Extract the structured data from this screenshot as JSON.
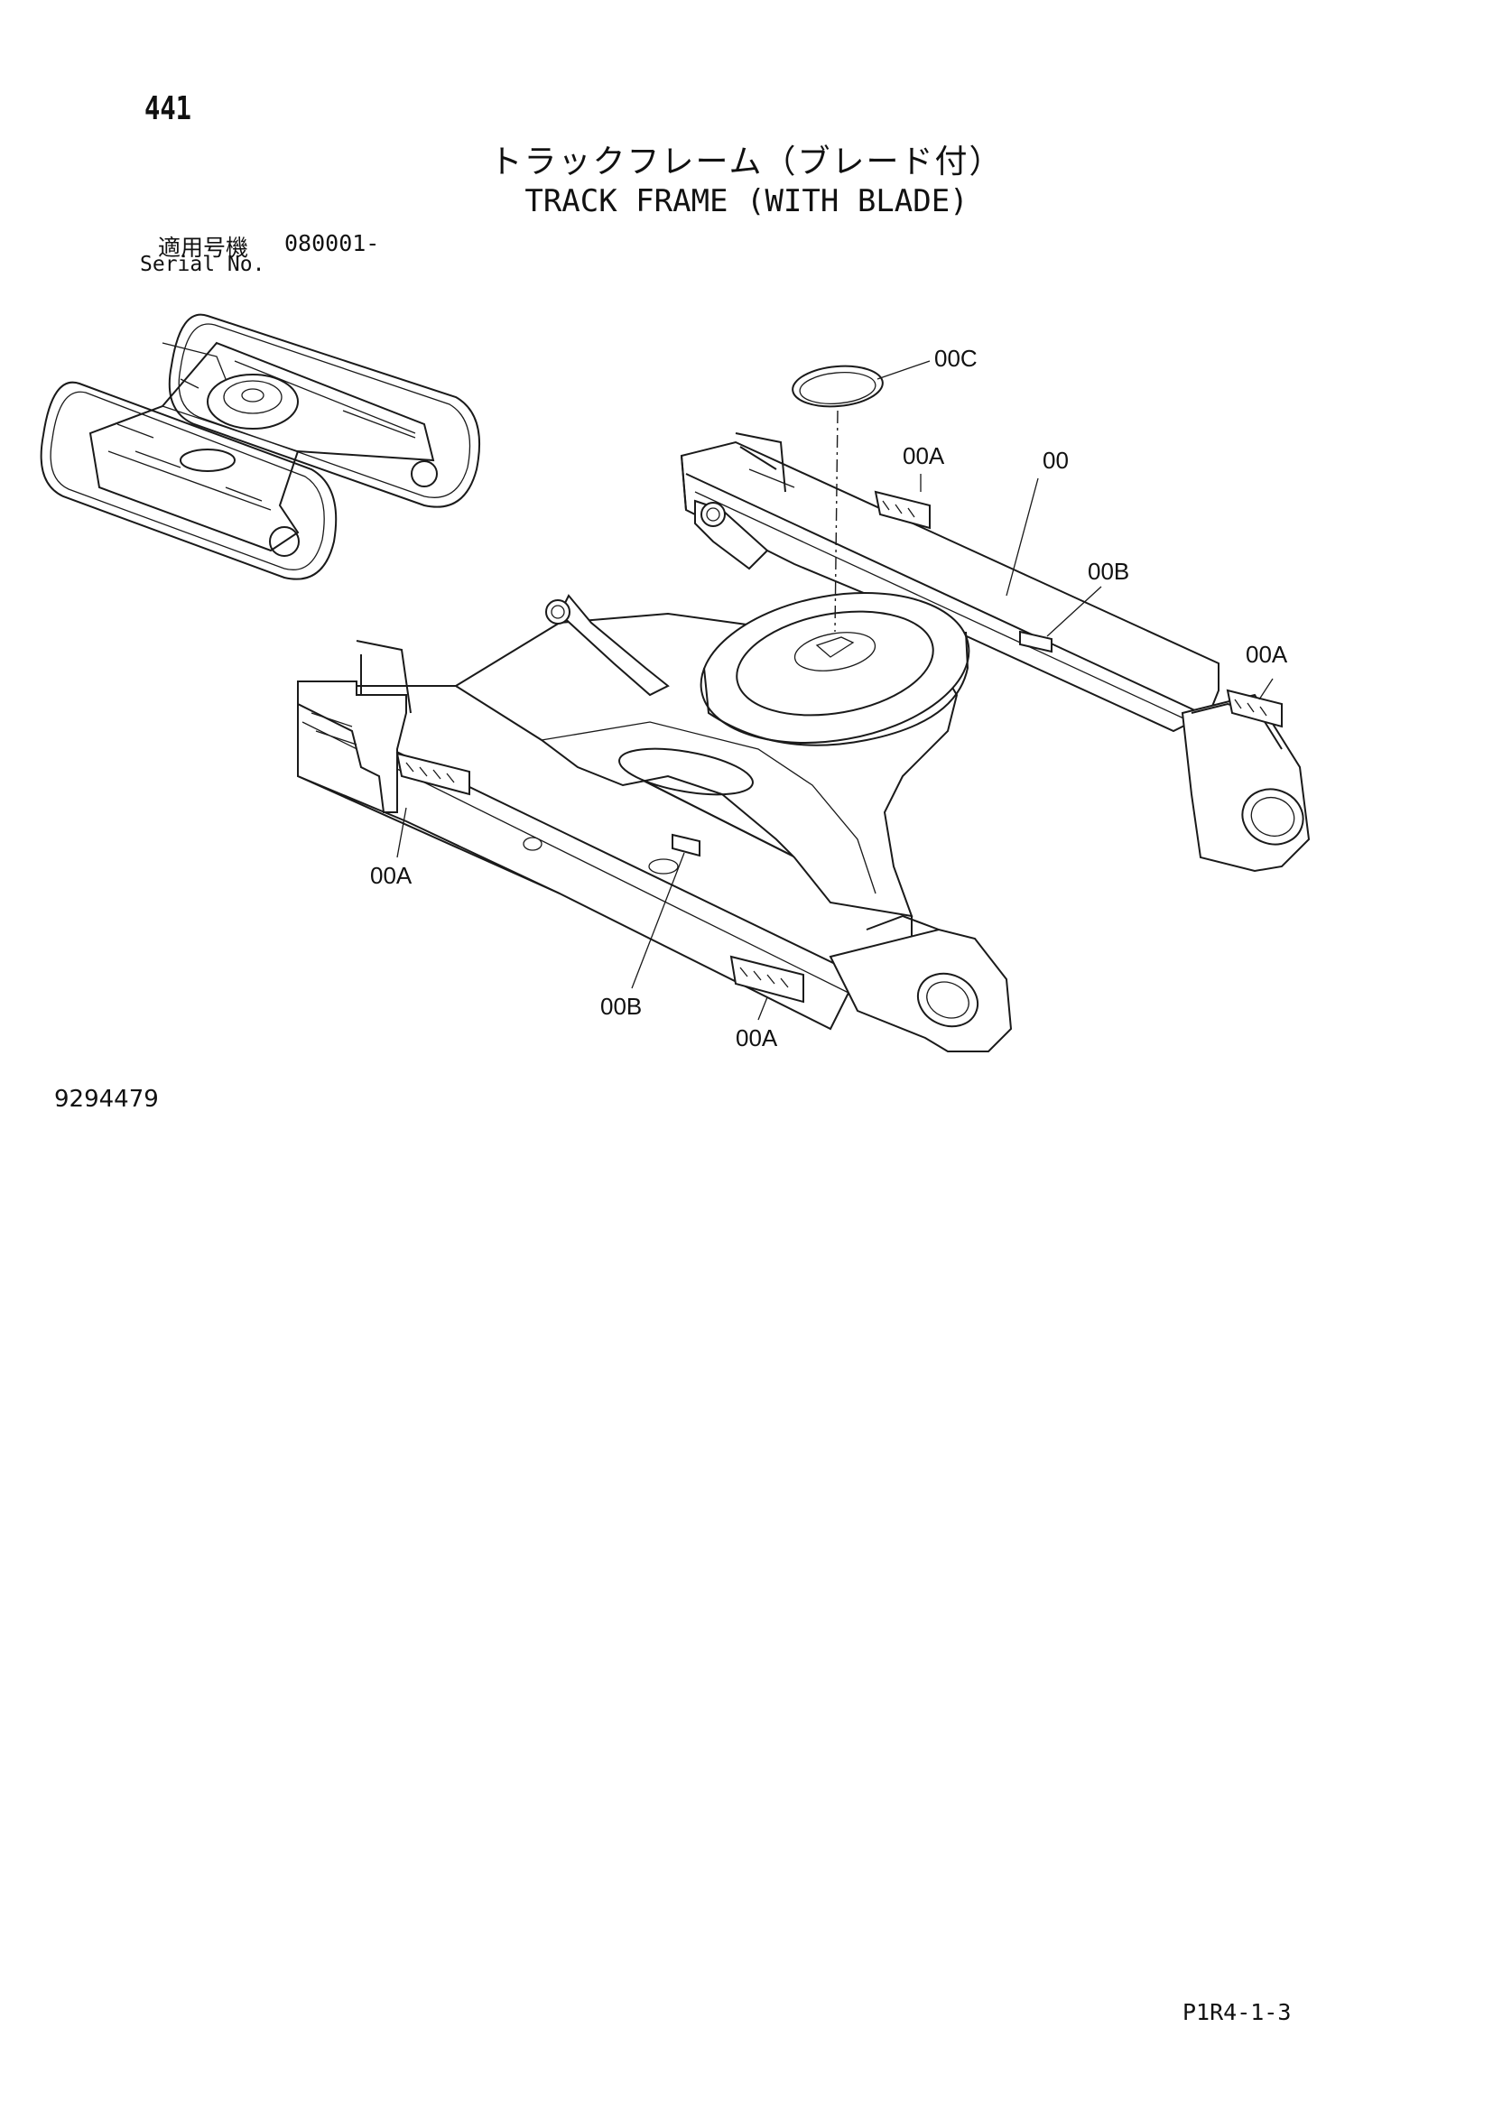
{
  "header": {
    "page_number": "441",
    "title_jp": "トラックフレーム（ブレード付）",
    "title_en": "TRACK FRAME (WITH BLADE)"
  },
  "serial": {
    "label_jp": "適用号機",
    "label_en": "Serial No.",
    "value": "080001-"
  },
  "callouts": {
    "c00C": "00C",
    "c00A_top": "00A",
    "c00": "00",
    "c00B_right": "00B",
    "c00A_right": "00A",
    "c00A_left": "00A",
    "c00B_bottom": "00B",
    "c00A_bottom": "00A"
  },
  "footer": {
    "doc_number": "9294479",
    "page_code": "P1R4-1-3"
  }
}
